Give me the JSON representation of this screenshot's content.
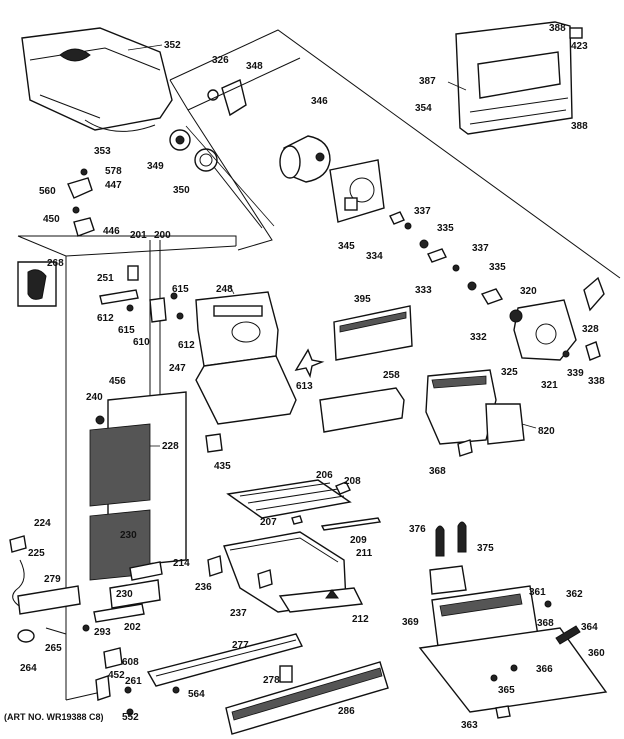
{
  "diagram": {
    "art_number": "(ART NO. WR19388 C8)",
    "labels": {
      "l352": "352",
      "l326": "326",
      "l348": "348",
      "l346": "346",
      "l353": "353",
      "l349": "349",
      "l350": "350",
      "l388a": "388",
      "l423": "423",
      "l387": "387",
      "l354": "354",
      "l388b": "388",
      "l578": "578",
      "l447": "447",
      "l560": "560",
      "l450": "450",
      "l446": "446",
      "l201": "201",
      "l200": "200",
      "l268": "268",
      "l251": "251",
      "l612a": "612",
      "l615a": "615",
      "l610": "610",
      "l615b": "615",
      "l612b": "612",
      "l248": "248",
      "l345": "345",
      "l334": "334",
      "l337a": "337",
      "l335a": "335",
      "l337b": "337",
      "l333": "333",
      "l335b": "335",
      "l320": "320",
      "l395": "395",
      "l332": "332",
      "l328": "328",
      "l247": "247",
      "l613": "613",
      "l258": "258",
      "l325": "325",
      "l321": "321",
      "l339": "339",
      "l338": "338",
      "l456": "456",
      "l240": "240",
      "l228": "228",
      "l820": "820",
      "l435": "435",
      "l368a": "368",
      "l206": "206",
      "l208": "208",
      "l224": "224",
      "l207": "207",
      "l209": "209",
      "l376": "376",
      "l375": "375",
      "l230a": "230",
      "l225": "225",
      "l214": "214",
      "l211": "211",
      "l279": "279",
      "l230b": "230",
      "l236": "236",
      "l237": "237",
      "l212": "212",
      "l369": "369",
      "l361": "361",
      "l362": "362",
      "l368b": "368",
      "l364": "364",
      "l293": "293",
      "l202": "202",
      "l265": "265",
      "l277": "277",
      "l366": "366",
      "l360": "360",
      "l264": "264",
      "l608": "608",
      "l452": "452",
      "l261": "261",
      "l278": "278",
      "l365": "365",
      "l564": "564",
      "l286": "286",
      "l552": "552",
      "l363": "363"
    }
  }
}
